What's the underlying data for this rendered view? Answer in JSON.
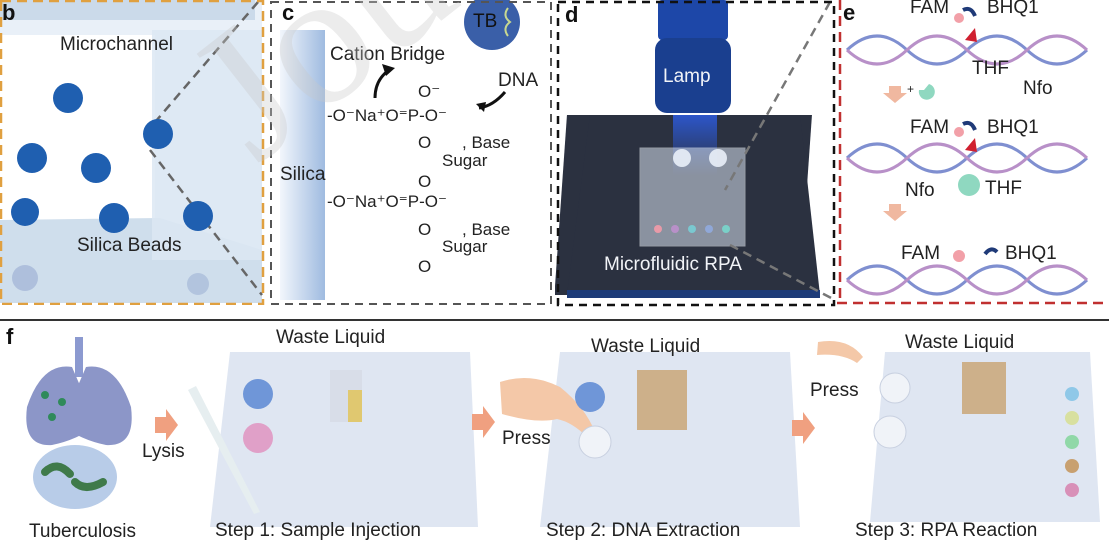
{
  "figure": {
    "watermark": "Journal Pre-proof",
    "panels": {
      "b": {
        "letter": "b",
        "labels": {
          "microchannel": "Microchannel",
          "silica_beads": "Silica Beads"
        }
      },
      "c": {
        "letter": "c",
        "labels": {
          "tb": "TB",
          "cation_bridge": "Cation Bridge",
          "dna": "DNA",
          "silica": "Silica",
          "row1": "-O⁻Na⁺O⁼P-O⁻",
          "row2": "-O⁻Na⁺O⁼P-O⁻",
          "o_top": "O⁻",
          "o1": "O",
          "o2": "O",
          "o3": "O",
          "o4": "O",
          "base1": ", Base",
          "sugar1": "Sugar",
          "base2": ", Base",
          "sugar2": "Sugar"
        }
      },
      "d": {
        "letter": "d",
        "labels": {
          "lamp": "Lamp",
          "microfluidic_rpa": "Microfluidic RPA"
        }
      },
      "e": {
        "letter": "e",
        "labels": {
          "fam1": "FAM",
          "bhq1_1": "BHQ1",
          "thf1": "THF",
          "plus": "+",
          "nfo1": "Nfo",
          "fam2": "FAM",
          "bhq1_2": "BHQ1",
          "nfo2": "Nfo",
          "thf2": "THF",
          "fam3": "FAM",
          "bhq1_3": "BHQ1"
        }
      },
      "f": {
        "letter": "f",
        "labels": {
          "tuberculosis": "Tuberculosis",
          "lysis": "Lysis",
          "step1": "Step 1: Sample Injection",
          "step2": "Step 2: DNA Extraction",
          "step3": "Step 3: RPA Reaction",
          "waste1": "Waste Liquid",
          "waste2": "Waste Liquid",
          "waste3": "Waste Liquid",
          "press2": "Press",
          "press3": "Press"
        }
      }
    },
    "colors": {
      "bead": "#1f5fb0",
      "panel_b_border": "#e0a040",
      "panel_e_border": "#c03030",
      "dash_gray": "#666666",
      "flow_arrow": "#f0a080",
      "lamp_blue": "#1a3f8f",
      "stage_dark": "#2b3140",
      "chip_bg": "#dfe6f2",
      "waste_block": "#cdb08a",
      "fam_pink": "#f2a0a8",
      "bhq_navy": "#1f3a78",
      "thf_red": "#d02030",
      "nfo_green": "#8fd8c0"
    }
  }
}
